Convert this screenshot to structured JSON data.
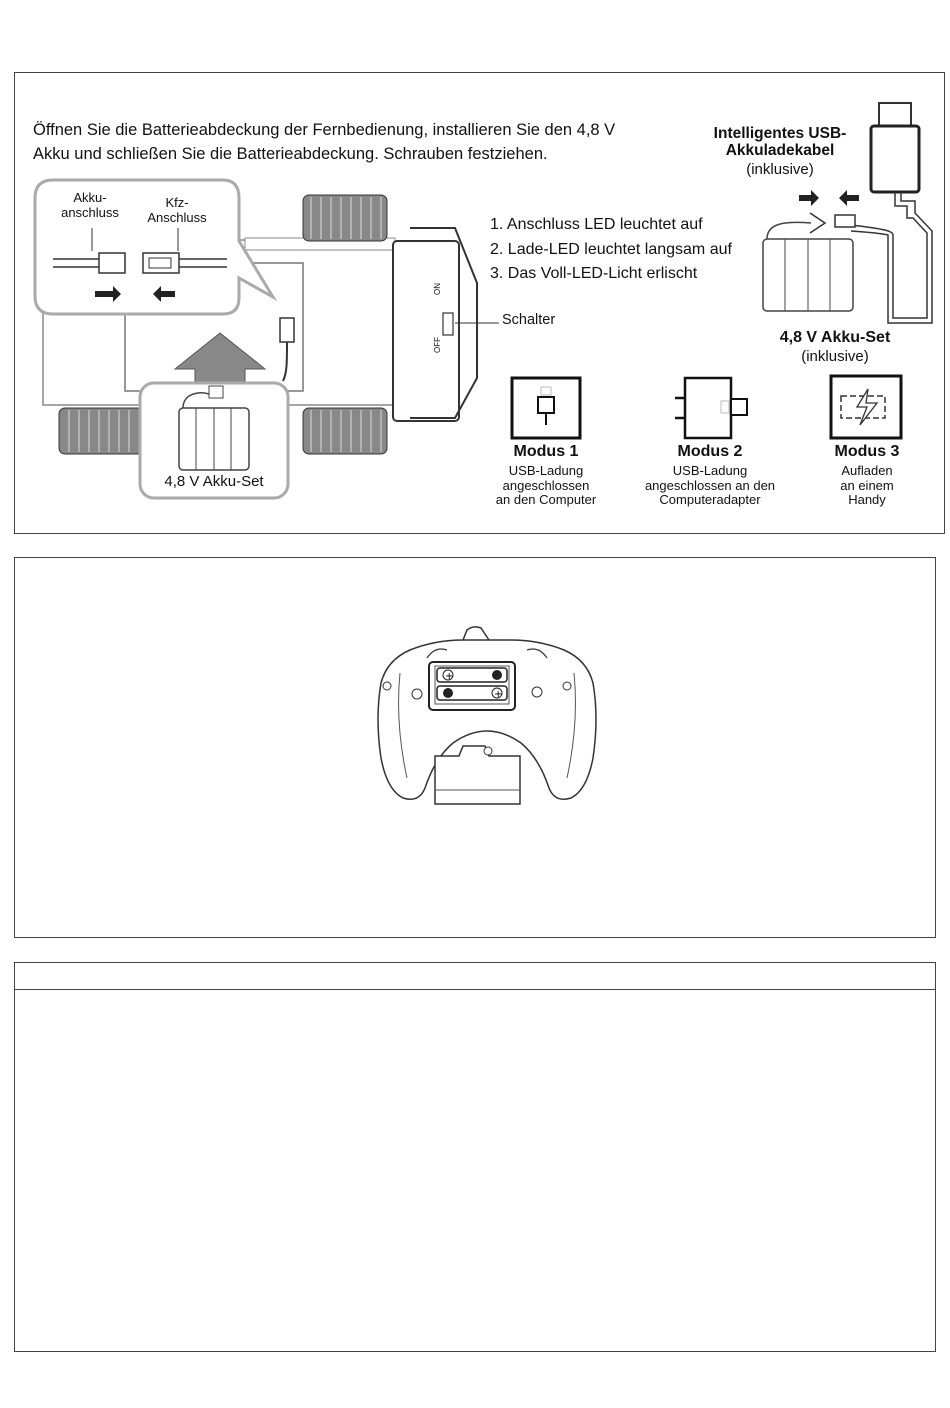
{
  "panel1": {
    "instruction": "Öffnen Sie die Batterieabdeckung der Fernbedienung, installieren Sie den 4,8 V Akku und schließen Sie die Batterieabdeckung. Schrauben festziehen.",
    "callout": {
      "akku_label": "Akku-\nanschluss",
      "kfz_label": "Kfz-\nAnschluss"
    },
    "battery_pack_label": "4,8 V Akku-Set",
    "switch": {
      "label": "Schalter",
      "on": "ON",
      "off": "OFF"
    },
    "steps": [
      "1. Anschluss LED leuchtet auf",
      "2. Lade-LED leuchtet langsam auf",
      "3. Das Voll-LED-Licht erlischt"
    ],
    "usb_cable": {
      "title": "Intelligentes USB-\nAkkuladekabel",
      "note": "(inklusive)"
    },
    "akku_set": {
      "title": "4,8 V Akku-Set",
      "note": "(inklusive)"
    },
    "modes": [
      {
        "title": "Modus 1",
        "desc": "USB-Ladung\nangeschlossen\nan den Computer"
      },
      {
        "title": "Modus 2",
        "desc": "USB-Ladung\nangeschlossen an den\nComputeradapter"
      },
      {
        "title": "Modus 3",
        "desc": "Aufladen\nan einem\nHandy"
      }
    ]
  }
}
